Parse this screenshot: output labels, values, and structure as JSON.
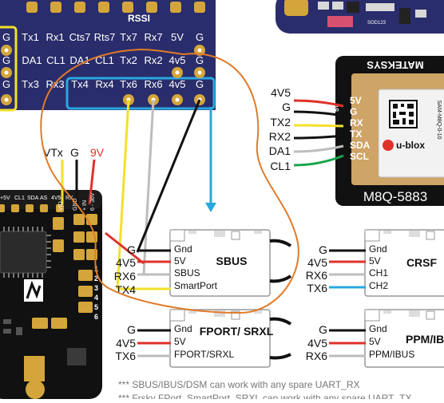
{
  "fc_board": {
    "top_row": [
      "G",
      "Tx1",
      "Rx1",
      "Cts7",
      "Rts7",
      "Tx7",
      "Rx7",
      "5V",
      "G"
    ],
    "mid_row": [
      "G",
      "DA1",
      "CL1",
      "DA1",
      "CL1",
      "Tx2",
      "Rx2",
      "4v5",
      "G"
    ],
    "bot_row": [
      "G",
      "Tx3",
      "Rx3",
      "Tx4",
      "Rx4",
      "Tx6",
      "Rx6",
      "4v5",
      "G"
    ],
    "rssi_label": "RSSI"
  },
  "vtx_labels": {
    "vtx": "VTx",
    "g": "G",
    "v9": "9V"
  },
  "vtx_board_text": {
    "vid": "VID",
    "gnd": "GND",
    "in": "+ IN",
    "range": "6 - 36V"
  },
  "fc_small_text": [
    "+5V",
    "CL1",
    "SDA",
    "AS",
    "4V5",
    "RX"
  ],
  "fc_side_numbers": [
    "1",
    "2",
    "3",
    "4",
    "5",
    "6"
  ],
  "gps": {
    "top_text": "MATEKSYS",
    "bottom_text": "M8Q-5883",
    "module_text": "SAM-M8Q-0-10",
    "brand": "u-blox",
    "pins": [
      "5V",
      "G",
      "RX",
      "TX",
      "SDA",
      "SCL"
    ],
    "wires": [
      "4V5",
      "G",
      "TX2",
      "RX2",
      "DA1",
      "CL1"
    ]
  },
  "receivers": [
    {
      "title": "SBUS",
      "pins": [
        "Gnd",
        "5V",
        "SBUS",
        "SmartPort"
      ],
      "wires": [
        "G",
        "4V5",
        "RX6",
        "TX4"
      ]
    },
    {
      "title": "CRSF",
      "pins": [
        "Gnd",
        "5V",
        "CH1",
        "CH2"
      ],
      "wires": [
        "G",
        "4V5",
        "RX6",
        "TX6"
      ]
    },
    {
      "title": "FPORT/ SRXL",
      "pins": [
        "Gnd",
        "5V",
        "FPORT/SRXL"
      ],
      "wires": [
        "G",
        "4V5",
        "TX6"
      ]
    },
    {
      "title": "PPM/IBU",
      "pins": [
        "Gnd",
        "5V",
        "PPM/IBUS"
      ],
      "wires": [
        "G",
        "4V5",
        "RX6"
      ]
    }
  ],
  "notes": [
    "*** SBUS/IBUS/DSM can work with any spare UART_RX",
    "*** Frsky FPort, SmartPort, SRXL can work with any spare UART_TX"
  ],
  "colors": {
    "board_blue": "#2a2d6b",
    "pad_gold": "#d4a53a",
    "wire_red": "#e0312b",
    "wire_yellow": "#f2e12a",
    "wire_gray": "#bdbdbd",
    "wire_green": "#1aa54b",
    "wire_blue": "#28a8e0",
    "annotation_orange": "#e07b2a"
  }
}
